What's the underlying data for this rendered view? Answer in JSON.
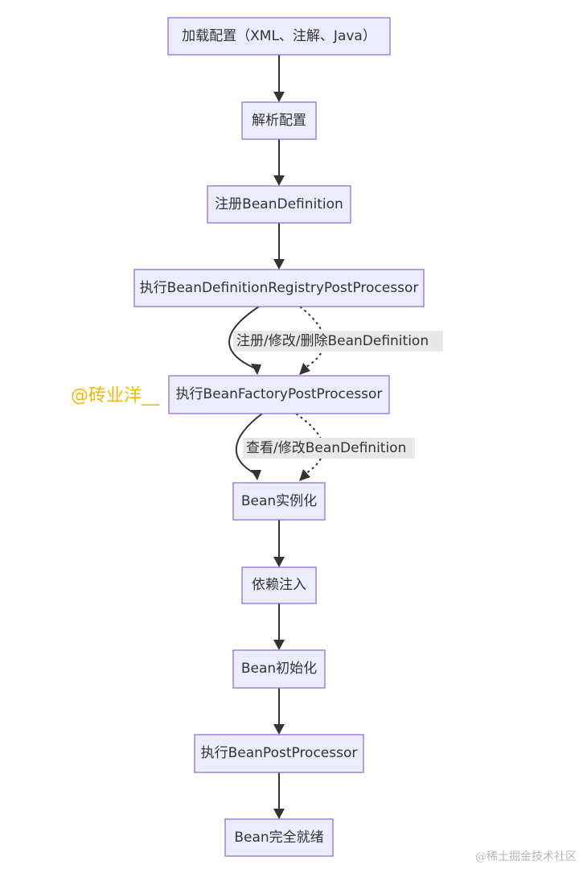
{
  "nodes": [
    {
      "id": "load-config",
      "label": "加载配置（XML、注解、Java）"
    },
    {
      "id": "parse-config",
      "label": "解析配置"
    },
    {
      "id": "register-bd",
      "label": "注册BeanDefinition"
    },
    {
      "id": "bdrpp",
      "label": "执行BeanDefinitionRegistryPostProcessor"
    },
    {
      "id": "bfpp",
      "label": "执行BeanFactoryPostProcessor"
    },
    {
      "id": "instantiate",
      "label": "Bean实例化"
    },
    {
      "id": "inject",
      "label": "依赖注入"
    },
    {
      "id": "init",
      "label": "Bean初始化"
    },
    {
      "id": "bpp",
      "label": "执行BeanPostProcessor"
    },
    {
      "id": "ready",
      "label": "Bean完全就绪"
    }
  ],
  "edge_labels": {
    "bdrpp_to_bfpp": "注册/修改/删除BeanDefinition",
    "bfpp_to_instantiate": "查看/修改BeanDefinition"
  },
  "watermark": "@砖业洋__",
  "footer": "@稀土掘金技术社区",
  "colors": {
    "node_fill": "#ECECFF",
    "node_border": "#9370DB",
    "edge": "#333333",
    "watermark": "#F5B800"
  }
}
